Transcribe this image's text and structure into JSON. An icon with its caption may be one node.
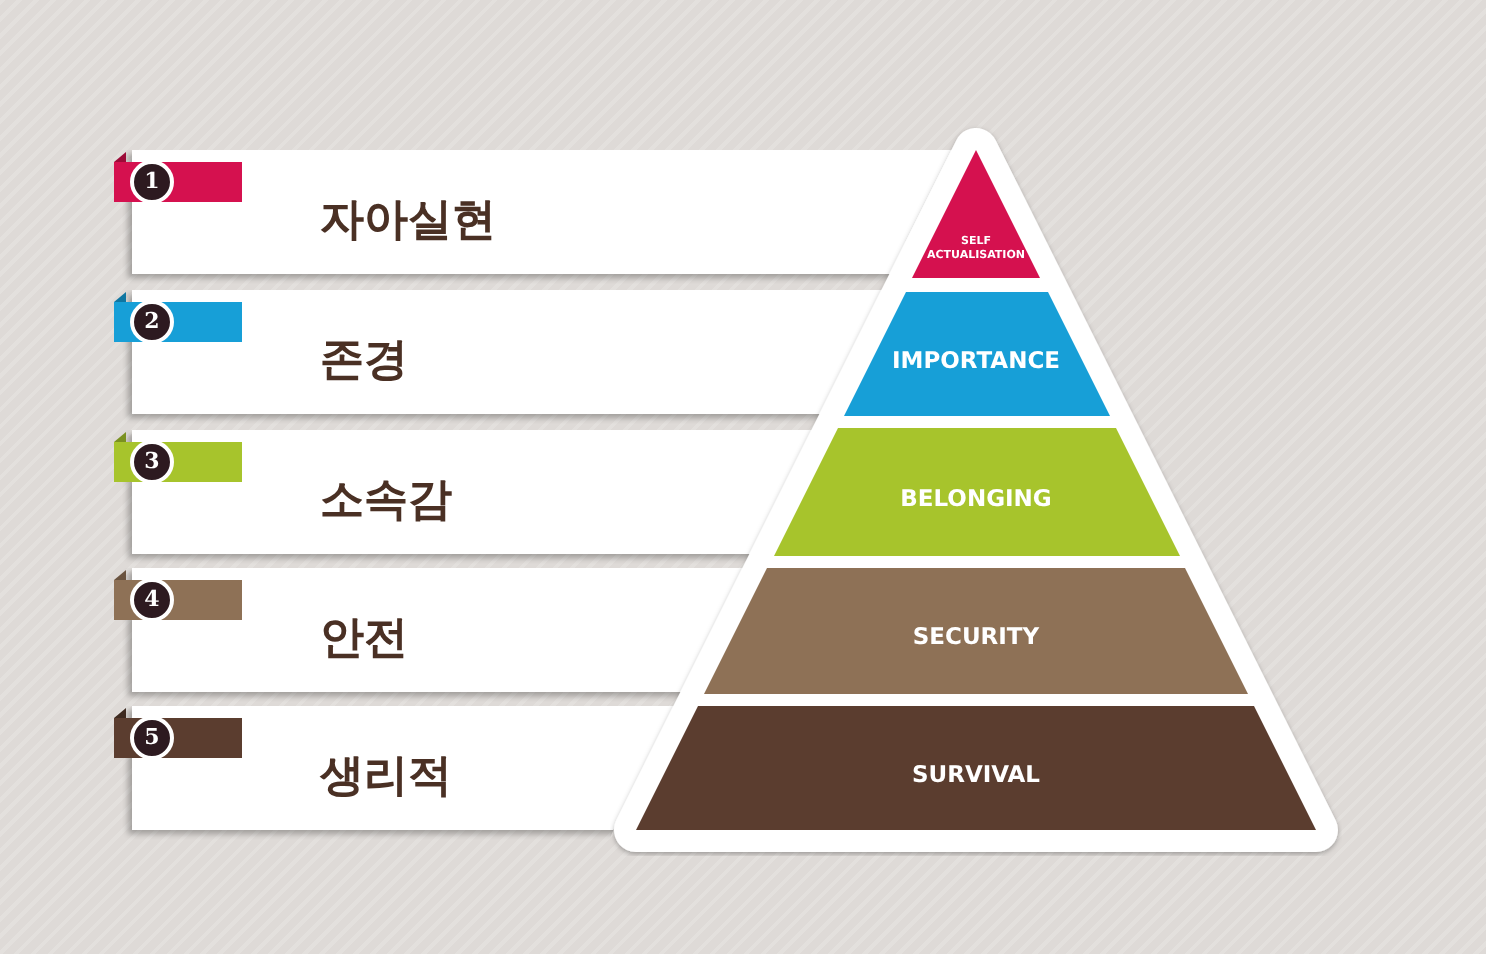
{
  "diagram": {
    "nodes": [
      {
        "text": [
          "1"
        ]
      },
      {
        "text": [
          "자아실현"
        ]
      },
      {
        "text": [
          "2"
        ]
      },
      {
        "text": [
          "존경"
        ]
      },
      {
        "text": [
          "3"
        ]
      },
      {
        "text": [
          "소속감"
        ]
      },
      {
        "text": [
          "4"
        ]
      },
      {
        "text": [
          "안전"
        ]
      },
      {
        "text": [
          "5"
        ]
      },
      {
        "text": [
          "생리적"
        ]
      },
      {
        "text": [
          "SELF ACTUALISATION"
        ]
      },
      {
        "text": [
          "IMPORTANCE"
        ]
      },
      {
        "text": [
          "BELONGING"
        ]
      },
      {
        "text": [
          "SECURITY"
        ]
      },
      {
        "text": [
          "SURVIVAL"
        ]
      }
    ]
  }
}
